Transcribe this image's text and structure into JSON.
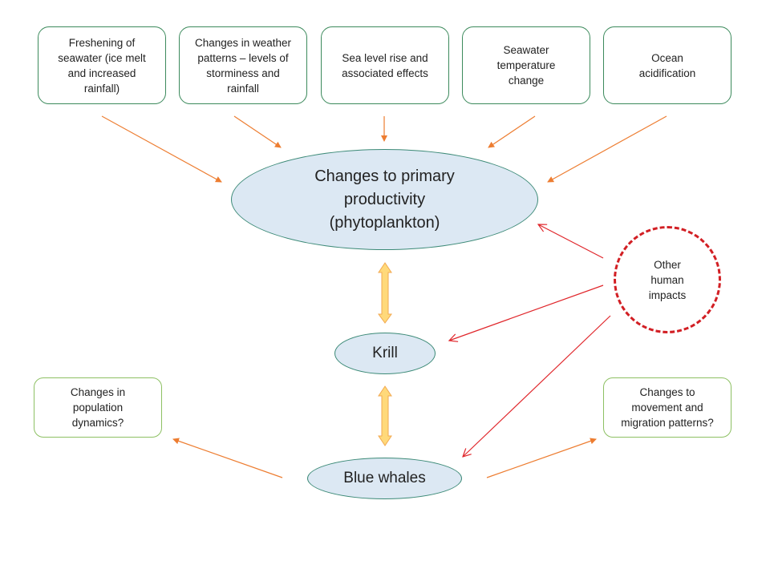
{
  "diagram": {
    "drivers": [
      {
        "label": "Freshening of\nseawater (ice melt\nand increased\nrainfall)"
      },
      {
        "label": "Changes in weather\npatterns – levels of\nstorminess and\nrainfall"
      },
      {
        "label": "Sea level rise and\nassociated effects"
      },
      {
        "label": "Seawater\ntemperature\nchange"
      },
      {
        "label": "Ocean\nacidification"
      }
    ],
    "primary_productivity": {
      "label": "Changes to primary\nproductivity\n(phytoplankton)"
    },
    "krill": {
      "label": "Krill"
    },
    "blue_whales": {
      "label": "Blue whales"
    },
    "other_human_impacts": {
      "label": "Other\nhuman\nimpacts"
    },
    "outcomes": [
      {
        "label": "Changes in\npopulation\ndynamics?"
      },
      {
        "label": "Changes to\nmovement and\nmigration patterns?"
      }
    ],
    "colors": {
      "driver_arrow": "#ed7d31",
      "human_arrow": "#e0262b",
      "double_arrow_fill": "#ffd97a",
      "double_arrow_stroke": "#f2a950",
      "ellipse_fill": "#dce8f3",
      "driver_border": "#3c8a5c",
      "outcome_border": "#8dc063",
      "human_border": "#d21f24"
    }
  }
}
